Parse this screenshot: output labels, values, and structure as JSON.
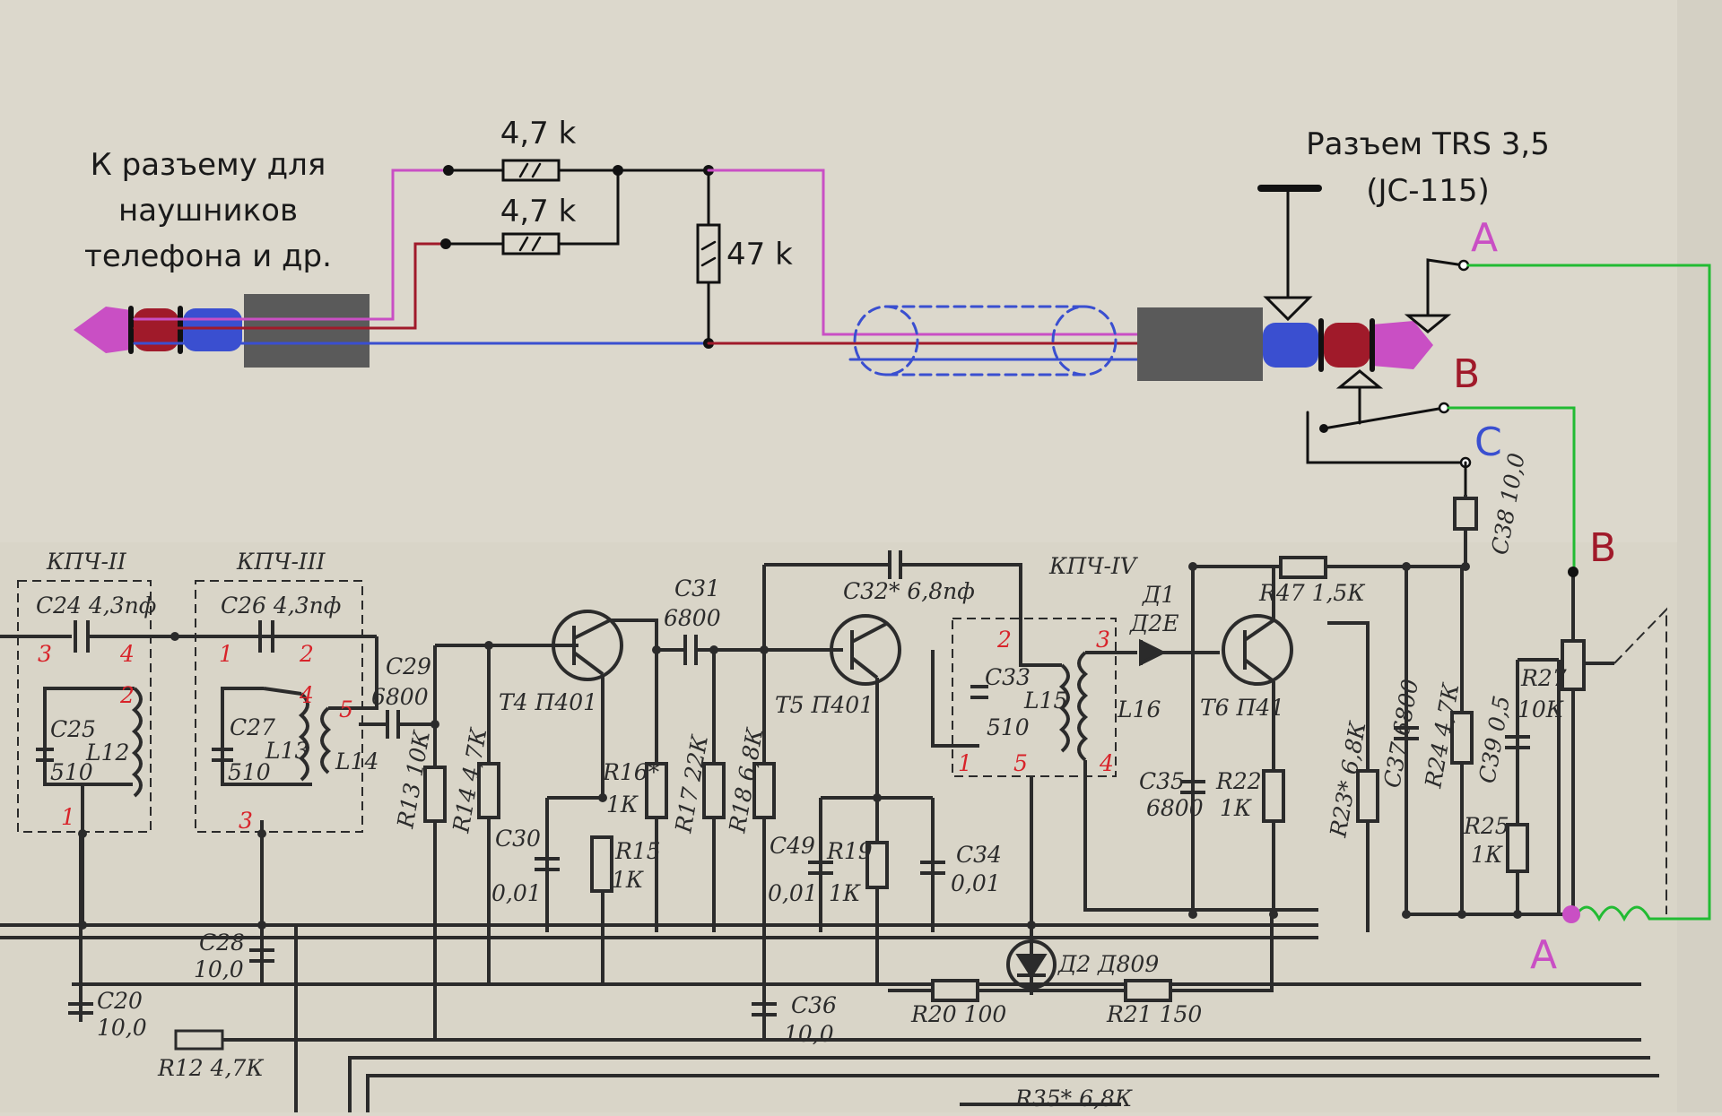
{
  "headers": {
    "left_caption": [
      "К разъему для",
      "наушников",
      "телефона и др."
    ],
    "jack_caption": [
      "Разъем TRS 3,5",
      "(JC-115)"
    ],
    "resistor_top": "4,7 k",
    "resistor_mid": "4,7 k",
    "resistor_shunt": "47 k"
  },
  "terminals": {
    "jack_a": "A",
    "jack_b": "B",
    "jack_c": "C",
    "board_b": "B",
    "board_a": "A"
  },
  "colors": {
    "tip": "#c94fc4",
    "ring": "#a01a2a",
    "sleeve": "#3a4fd0",
    "link": "#22bb33",
    "body": "#5a5a5a",
    "board": "#dbd7cb",
    "ink": "#2b2b2b",
    "mark": "#d8232a"
  },
  "blocks": {
    "kpch2": "КПЧ-II",
    "kpch3": "КПЧ-III",
    "kpch4": "КПЧ-IV"
  },
  "components": {
    "c24": "C24 4,3пф",
    "c25": "C25",
    "c25v": "510",
    "l12": "L12",
    "c26": "C26 4,3пф",
    "c27": "C27",
    "c27v": "510",
    "l13": "L13",
    "l14": "L14",
    "c29": "C29",
    "c29v": "6800",
    "c20": "C20",
    "c20v": "10,0",
    "c28": "C28",
    "c28v": "10,0",
    "r12": "R12 4,7К",
    "r13": "R13 10К",
    "r14": "R14 4,7К",
    "t4": "T4 П401",
    "t5": "T5 П401",
    "t6": "T6 П41",
    "c30": "C30",
    "c30v": "0,01",
    "r15": "R15",
    "r15v": "1К",
    "r16": "R16*",
    "r16v": "1К",
    "c31": "C31",
    "c31v": "6800",
    "r17": "R17 22К",
    "r18": "R18 6,8К",
    "c32": "C32* 6,8пф",
    "c49": "C49",
    "c49v": "0,01",
    "r19": "R19",
    "r19v": "1К",
    "c34": "C34",
    "c34v": "0,01",
    "c33": "C33",
    "c33v": "510",
    "l15": "L15",
    "l16": "L16",
    "d1": "Д1",
    "d1v": "Д2Е",
    "d2": "Д2 Д809",
    "c36": "C36",
    "c36v": "10,0",
    "r20": "R20 100",
    "r21": "R21 150",
    "r47": "R47 1,5К",
    "c35": "C35",
    "c35v": "6800",
    "r22": "R22",
    "r22v": "1К",
    "r23": "R23* 6,8К",
    "c37": "C37 6800",
    "r24": "R24 4,7К",
    "c38": "C38 10,0",
    "c39": "C39 0,5",
    "r25": "R25",
    "r25v": "1К",
    "r27": "R27",
    "r27v": "10К",
    "r35": "R35* 6,8К"
  },
  "pins": {
    "k2_3": "3",
    "k2_4": "4",
    "k2_2": "2",
    "k2_1": "1",
    "k3_1": "1",
    "k3_2": "2",
    "k3_4": "4",
    "k3_5": "5",
    "k3_3": "3",
    "k4_2": "2",
    "k4_3": "3",
    "k4_1": "1",
    "k4_5": "5",
    "k4_4": "4"
  }
}
